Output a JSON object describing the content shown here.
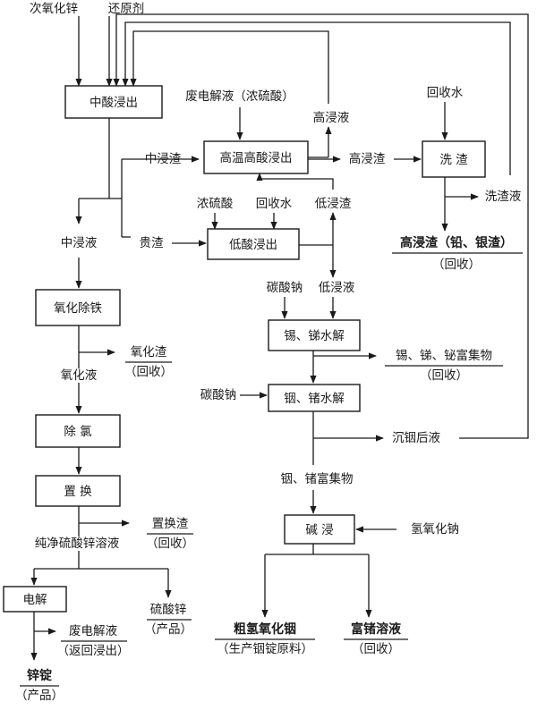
{
  "inputs": {
    "zinc_oxide": "次氧化锌",
    "reductant": "还原剂"
  },
  "boxes": {
    "neutral_leach": "中酸浸出",
    "hot_acid_leach": "高温高酸浸出",
    "wash": "洗  渣",
    "low_acid_leach": "低酸浸出",
    "oxidize_fe": "氧化除铁",
    "tin_hydrolysis": "锡、锑水解",
    "in_ge_hydrolysis": "铟、锗水解",
    "remove_cl": "除  氯",
    "replace": "置  换",
    "alkali_leach": "碱  浸",
    "electrolysis": "电解"
  },
  "labels": {
    "spent_electrolyte": "废电解液（浓硫酸）",
    "high_leach_liquor": "高浸液",
    "recycle_water_top": "回收水",
    "neutral_residue": "中浸渣",
    "high_residue_arrow": "高浸渣",
    "wash_liquor": "洗渣液",
    "conc_acid": "浓硫酸",
    "recycle_water": "回收水",
    "low_residue": "低浸渣",
    "neutral_liquor": "中浸液",
    "noble_residue": "贵渣",
    "sodium_carbonate_1": "碳酸钠",
    "low_liquor": "低浸液",
    "oxide_slag": "氧化渣",
    "oxide_slag_recycle": "（回收）",
    "sn_sb_bi": "锡、锑、铋富集物",
    "sn_sb_bi_recycle": "（回收）",
    "oxidized_liquor": "氧化液",
    "sodium_carbonate_2": "碳酸钠",
    "post_in_liquor": "沉铟后液",
    "in_ge_conc": "铟、锗富集物",
    "replace_slag": "置换渣",
    "replace_slag_recycle": "（回收）",
    "sodium_hydroxide": "氢氧化钠",
    "pure_znso4": "纯净硫酸锌溶液",
    "znso4": "硫酸锌",
    "znso4_product": "（产品）",
    "spent_electrolyte_2": "废电解液",
    "return_leach": "（返回浸出）",
    "zinc_ingot": "锌锭",
    "zinc_ingot_product": "（产品）",
    "crude_in_hydroxide": "粗氢氧化铟",
    "in_raw_material": "（生产铟锭原料）",
    "rich_ge_liquor": "富锗溶液",
    "rich_ge_recycle": "（回收）"
  },
  "outputs": {
    "high_residue_title": "高浸渣（铅、银渣）",
    "high_residue_recycle": "（回收）"
  }
}
